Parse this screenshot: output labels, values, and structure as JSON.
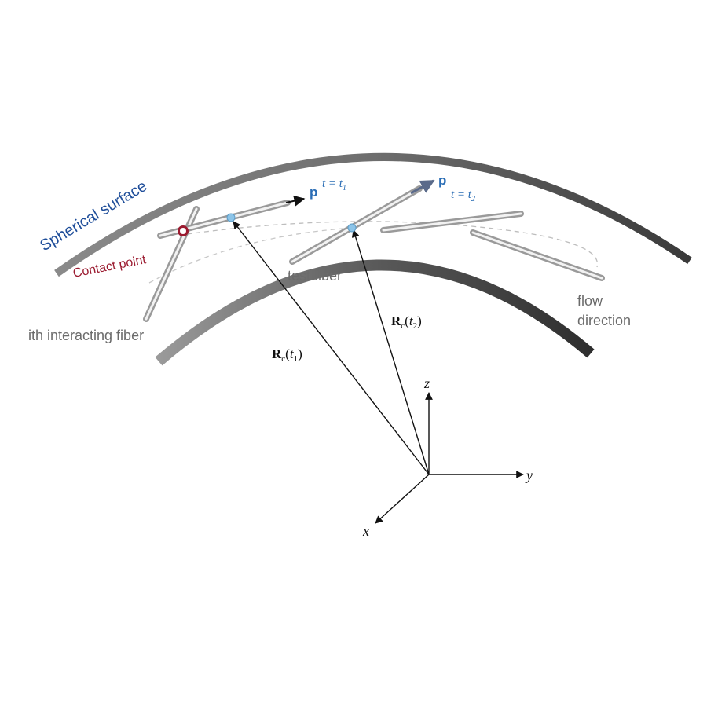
{
  "labels": {
    "spherical_surface": "Spherical surface",
    "contact_point": "Contact point",
    "ith_fiber": "ith interacting fiber",
    "test_fiber": "test fiber",
    "flow_line1": "flow",
    "flow_line2": "direction"
  },
  "math": {
    "p1_symbol": "p",
    "p1_time_var": "t",
    "p1_time_eq": " = t",
    "p1_time_sub": "1",
    "p2_symbol": "p",
    "p2_time_var": "t",
    "p2_time_eq": " = t",
    "p2_time_sub": "2",
    "r1_symbol": "R",
    "r1_sub": "c",
    "r1_open": "(",
    "r1_var": "t",
    "r1_varsub": "1",
    "r1_close": ")",
    "r2_symbol": "R",
    "r2_sub": "c",
    "r2_open": "(",
    "r2_var": "t",
    "r2_varsub": "2",
    "r2_close": ")"
  },
  "axes": {
    "x": "x",
    "y": "y",
    "z": "z"
  },
  "colors": {
    "surface_blue": "#1f4e9a",
    "contact_red": "#9b1b30",
    "label_gray": "#6b6b6b",
    "math_blue": "#2a6db5",
    "marker_blue": "#8cc4e8",
    "arrow_black": "#111111",
    "p2_arrow": "#5a6a8a"
  }
}
